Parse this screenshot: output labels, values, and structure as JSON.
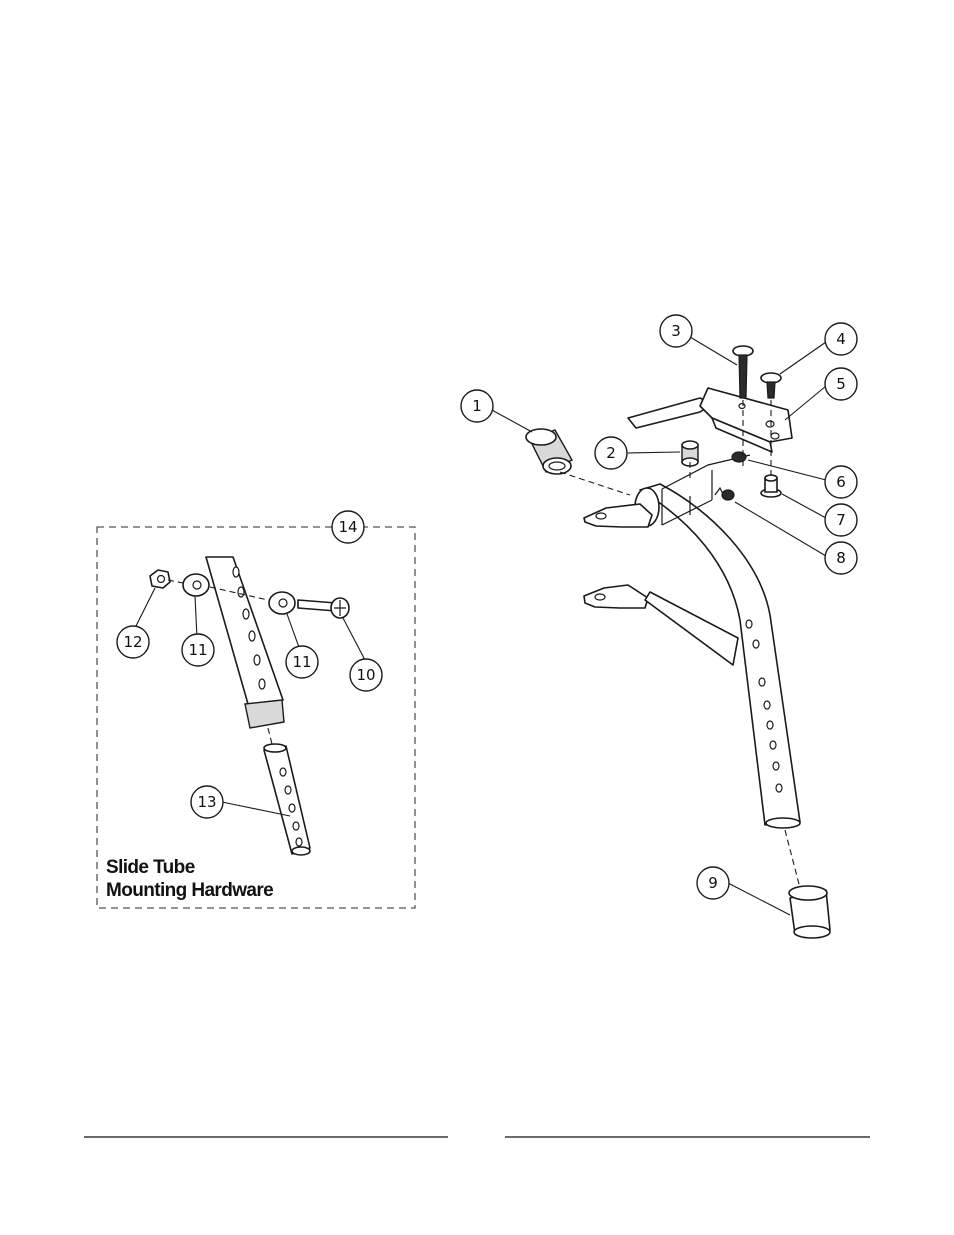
{
  "callouts": {
    "c1": "1",
    "c2": "2",
    "c3": "3",
    "c4": "4",
    "c5": "5",
    "c6": "6",
    "c7": "7",
    "c8": "8",
    "c9": "9",
    "c10": "10",
    "c11a": "11",
    "c11b": "11",
    "c12": "12",
    "c13": "13",
    "c14": "14"
  },
  "inset": {
    "title_line1": "Slide Tube",
    "title_line2": "Mounting Hardware"
  }
}
